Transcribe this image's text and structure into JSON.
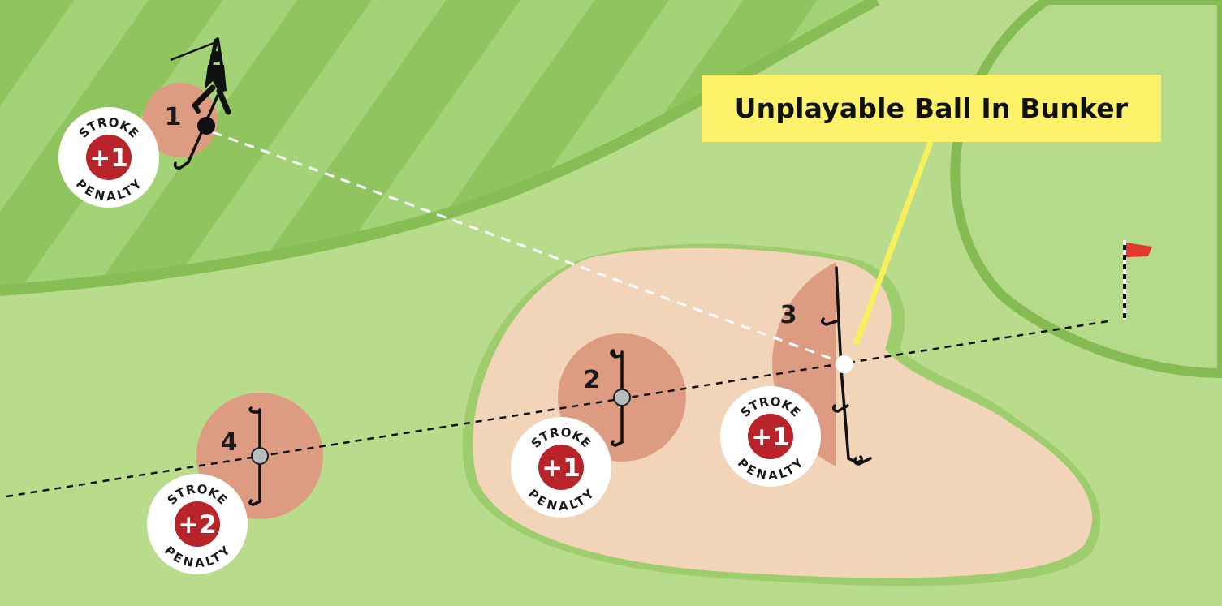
{
  "title": "Unplayable Ball In Bunker",
  "colors": {
    "rough": "#b9dc8c",
    "fairway_light": "#a9d57b",
    "fairway_dark": "#93c763",
    "fairway_edge": "#86bd55",
    "green": "#b5db8a",
    "sand": "#f2d4b8",
    "relief_area": "#dd9c82",
    "penalty_red": "#b8242a",
    "callout_bg": "#fbf26a",
    "callout_line": "#f7f05b",
    "flag": "#e03a2f"
  },
  "options": [
    {
      "number": "1",
      "penalty_top": "STROKE",
      "penalty_value": "+1",
      "penalty_bottom": "PENALTY"
    },
    {
      "number": "2",
      "penalty_top": "STROKE",
      "penalty_value": "+1",
      "penalty_bottom": "PENALTY"
    },
    {
      "number": "3",
      "penalty_top": "STROKE",
      "penalty_value": "+1",
      "penalty_bottom": "PENALTY"
    },
    {
      "number": "4",
      "penalty_top": "STROKE",
      "penalty_value": "+2",
      "penalty_bottom": "PENALTY"
    }
  ],
  "icons": [
    "golfer-silhouette-icon",
    "golf-club-icon",
    "golf-ball-icon",
    "flagstick-icon"
  ]
}
